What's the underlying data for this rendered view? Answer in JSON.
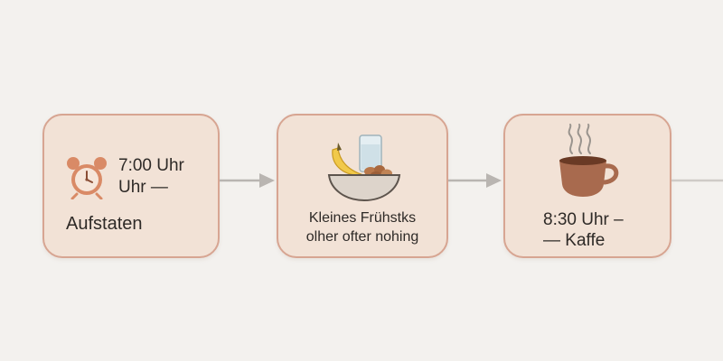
{
  "steps": [
    {
      "time": "7:00 Uhr",
      "time_cont": "Uhr —",
      "label": "Aufstaten",
      "icon": "alarm-clock-icon"
    },
    {
      "line1": "Kleines Frühstks",
      "line2": "olher ofter nohing",
      "icon": "breakfast-bowl-icon"
    },
    {
      "line1": "8:30 Uhr –",
      "line2": "— Kaffe",
      "icon": "coffee-cup-icon"
    }
  ],
  "colors": {
    "background": "#f3f1ee",
    "card_fill": "#f2e2d6",
    "card_border": "#d7a592",
    "arrow": "#b9b5b1",
    "clock": "#d98a66",
    "coffee": "#a86a4e"
  }
}
